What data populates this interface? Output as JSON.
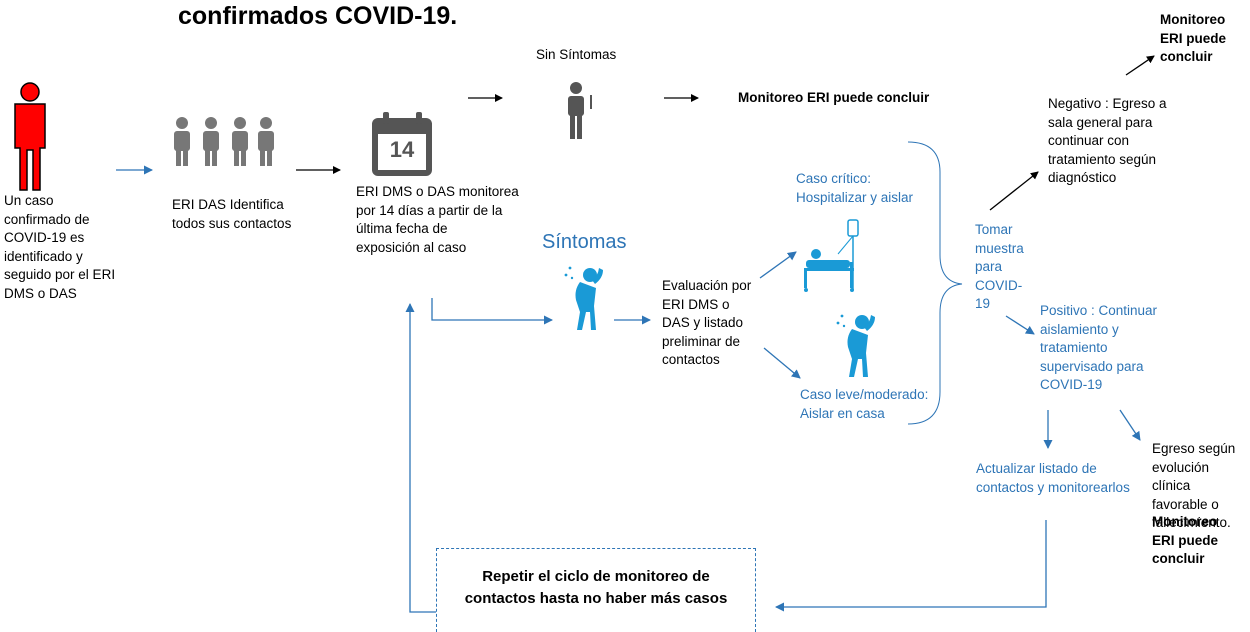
{
  "title": "confirmados COVID-19.",
  "case_text": "Un caso\nconfirmado de\nCOVID-19 es\nidentificado y\nseguido por el ERI\nDMS o DAS",
  "contacts_text": "ERI DAS Identifica\ntodos sus contactos",
  "calendar_number": "14",
  "monitor_text": "ERI DMS o DAS monitorea\npor 14 días a partir de la\núltima fecha de\nexposición al caso",
  "no_symptoms_label": "Sin Síntomas",
  "end_monitoring_mid": "Monitoreo ERI puede concluir",
  "symptoms_label": "Síntomas",
  "evaluation_text": "Evaluación por\nERI DMS o\nDAS y listado\npreliminar de\ncontactos",
  "critical_case_text": "Caso crítico:\nHospitalizar y aislar",
  "mild_case_text": "Caso leve/moderado:\nAislar en casa",
  "sample_text": "Tomar\nmuestra\npara\nCOVID-\n19",
  "negative_text": "Negativo : Egreso a\nsala general para\ncontinuar con\ntratamiento según\ndiagnóstico",
  "end_monitoring_top": "Monitoreo\nERI puede\nconcluir",
  "positive_text": "Positivo : Continuar\naislamiento y\ntratamiento\nsupervisado para\nCOVID-19",
  "discharge_text": "Egreso según\nevolución\nclínica\nfavorable o\nfallecimiento.",
  "end_monitoring_bottom": "Monitoreo\nERI puede\nconcluir",
  "update_contacts_text": "Actualizar listado de\ncontactos y monitorearlos",
  "repeat_cycle_text": "Repetir el ciclo de monitoreo de\ncontactos hasta no haber más casos",
  "colors": {
    "case_figure": "#ff0000",
    "accent_blue": "#2e75b6",
    "icon_blue": "#1a9ad6",
    "gray_figure": "#555555"
  }
}
